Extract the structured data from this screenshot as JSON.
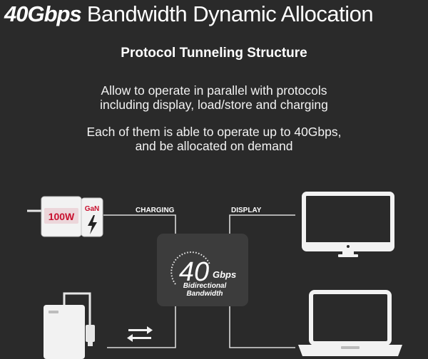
{
  "header": {
    "title_bold": "40Gbps",
    "title_rest": " Bandwidth Dynamic Allocation"
  },
  "section": {
    "title": "Protocol Tunneling Structure",
    "para1_line1": "Allow to operate in parallel with protocols",
    "para1_line2": "including display, load/store and charging",
    "para2_line1": "Each of them is able to operate up to 40Gbps,",
    "para2_line2": "and be allocated on demand"
  },
  "diagram": {
    "charger_label": "100W",
    "gan_label": "GaN",
    "charging_label": "CHARGING",
    "display_label": "DISPLAY",
    "hub": {
      "number": "40",
      "unit": "Gbps",
      "line1": "Bidirectional",
      "line2": "Bandwidth"
    }
  },
  "colors": {
    "background": "#2a2a2a",
    "hub_box": "#3c3c3c",
    "charger_red": "#c8102e",
    "line": "#d9d9d9"
  },
  "icons": [
    "charger-icon",
    "lightning-icon",
    "monitor-icon",
    "laptop-icon",
    "external-drive-icon",
    "transfer-arrows-icon"
  ]
}
